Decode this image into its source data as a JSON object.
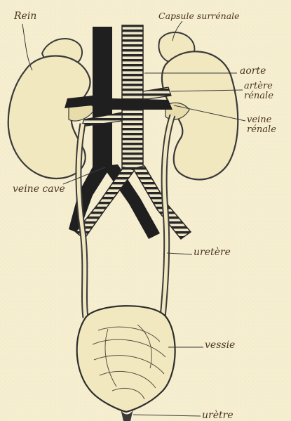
{
  "labels": {
    "rein": "Rein",
    "capsule_surrenale": "Capsule surrénale",
    "aorte": "aorte",
    "artere_renale_line1": "artère",
    "artere_renale_line2": "rénale",
    "veine_renale_line1": "veine",
    "veine_renale_line2": "rénale",
    "veine_cave": "veine cave",
    "uretere": "uretère",
    "vessie": "vessie",
    "uretre": "urètre"
  },
  "colors": {
    "paper": "#f6eed0",
    "organ_fill": "#f2e8bf",
    "ink": "#1f1f1f",
    "label_text": "#4a3522"
  }
}
